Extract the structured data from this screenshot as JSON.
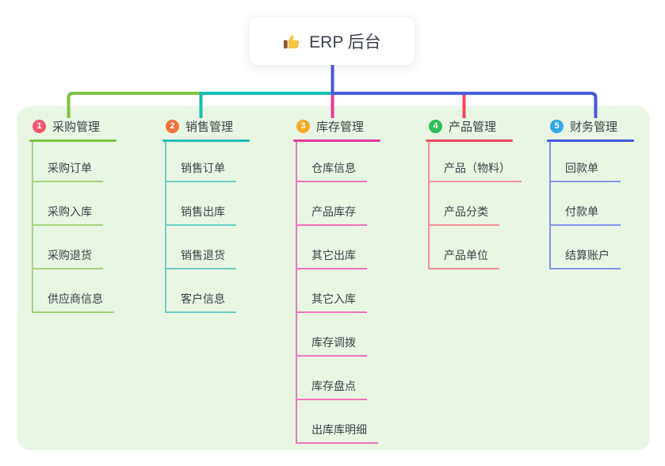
{
  "root": {
    "title": "ERP 后台",
    "icon": "thumbs-up-icon"
  },
  "branches": [
    {
      "id": 1,
      "badge": "1",
      "label": "采购管理",
      "color": "#7cc242",
      "light_color": "#a6d37e",
      "badge_color": "#f2566b",
      "children": [
        "采购订单",
        "采购入库",
        "采购退货",
        "供应商信息"
      ]
    },
    {
      "id": 2,
      "badge": "2",
      "label": "销售管理",
      "color": "#15bcb3",
      "light_color": "#6fd0c8",
      "badge_color": "#f2713d",
      "children": [
        "销售订单",
        "销售出库",
        "销售退货",
        "客户信息"
      ]
    },
    {
      "id": 3,
      "badge": "3",
      "label": "库存管理",
      "color": "#e8399b",
      "light_color": "#f075bb",
      "badge_color": "#f7a925",
      "children": [
        "仓库信息",
        "产品库存",
        "其它出库",
        "其它入库",
        "库存调拨",
        "库存盘点",
        "出库库明细"
      ]
    },
    {
      "id": 4,
      "badge": "4",
      "label": "产品管理",
      "color": "#f5475c",
      "light_color": "#f8939d",
      "badge_color": "#2fbf55",
      "children": [
        "产品（物料）",
        "产品分类",
        "产品单位"
      ]
    },
    {
      "id": 5,
      "badge": "5",
      "label": "财务管理",
      "color": "#4559de",
      "light_color": "#8195e6",
      "badge_color": "#31a9e6",
      "children": [
        "回款单",
        "付款单",
        "结算账户"
      ]
    }
  ],
  "colors": {
    "panel_bg": "#e9f6e4",
    "root_line": "#4559de",
    "text": "#3c4148",
    "thumb_hand": "#f6c445",
    "thumb_cuff": "#8d5a28"
  }
}
